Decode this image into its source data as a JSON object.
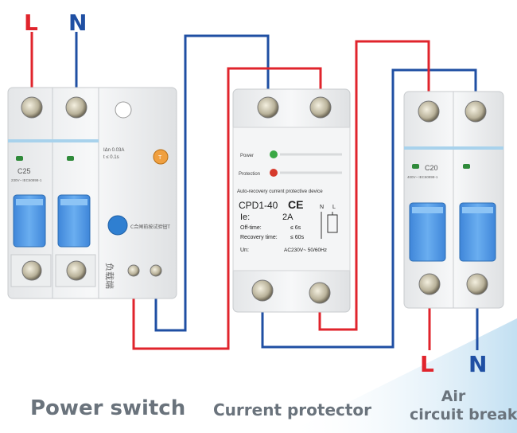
{
  "colors": {
    "live": "#e0242c",
    "neutral": "#1f4fa3",
    "terminal_label_red": "#e0242c",
    "terminal_label_blue": "#1f4fa3",
    "toggle": "#4a90e2",
    "caption": "#6a737c",
    "band": "#a8d2ec"
  },
  "labels": {
    "top_live": "L",
    "top_neutral": "N",
    "bottom_live": "L",
    "bottom_neutral": "N"
  },
  "power_switch": {
    "caption": "Power switch",
    "rating": "C25",
    "spec_small": "230V~ IEC60898-1",
    "leak_spec": "IΔn 0.03A",
    "leak_spec2": "t ≤ 0.1s",
    "test_text": "T",
    "seal_text": "C合闸前按试验钮T",
    "load_text": "负载端"
  },
  "current_protector": {
    "caption": "Current protector",
    "power_label": "Power",
    "protection_label": "Protection",
    "header": "Auto-recovery current protective device",
    "model": "CPD1-40",
    "ce_mark": "CE",
    "ie_label": "Ie:",
    "ie_value": "2A",
    "offtime_label": "Off-time:",
    "offtime_value": "≤ 6s",
    "recovery_label": "Recovery time:",
    "recovery_value": "≤ 60s",
    "un_label": "Un:",
    "un_value": "AC230V~  50/60Hz",
    "n_mark": "N",
    "l_mark": "L"
  },
  "air_breaker": {
    "caption_line1": "Air",
    "caption_line2": "circuit breaker",
    "rating": "C20",
    "spec_small": "400V~ IEC60898-1"
  }
}
